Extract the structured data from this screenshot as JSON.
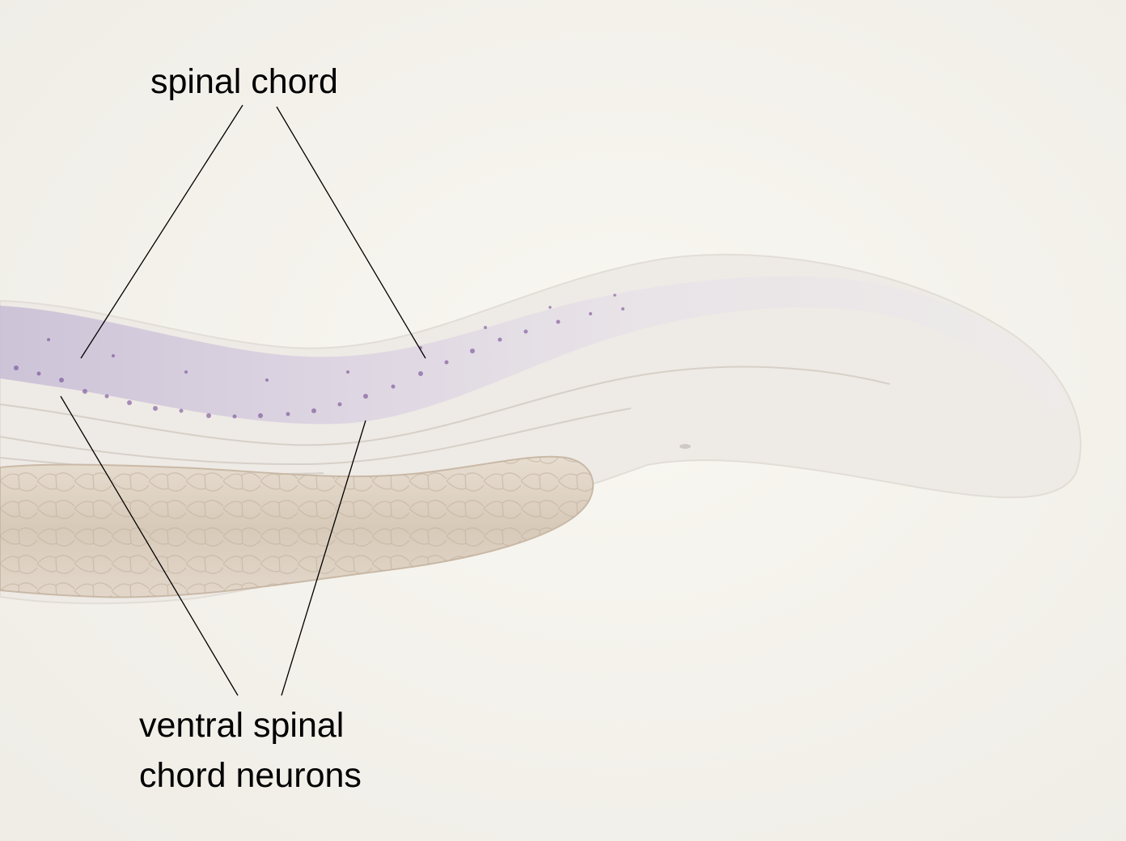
{
  "image": {
    "subject": "micrograph of embryo tail with stained spinal cord",
    "background_color": "#f6f4ee",
    "stain_color": "#6a3f8e",
    "yolk_color": "#dccfc0",
    "tissue_color": "#ece8e1"
  },
  "annotations": {
    "top_label": "spinal chord",
    "bottom_label_line1": "ventral spinal",
    "bottom_label_line2": "chord neurons"
  }
}
